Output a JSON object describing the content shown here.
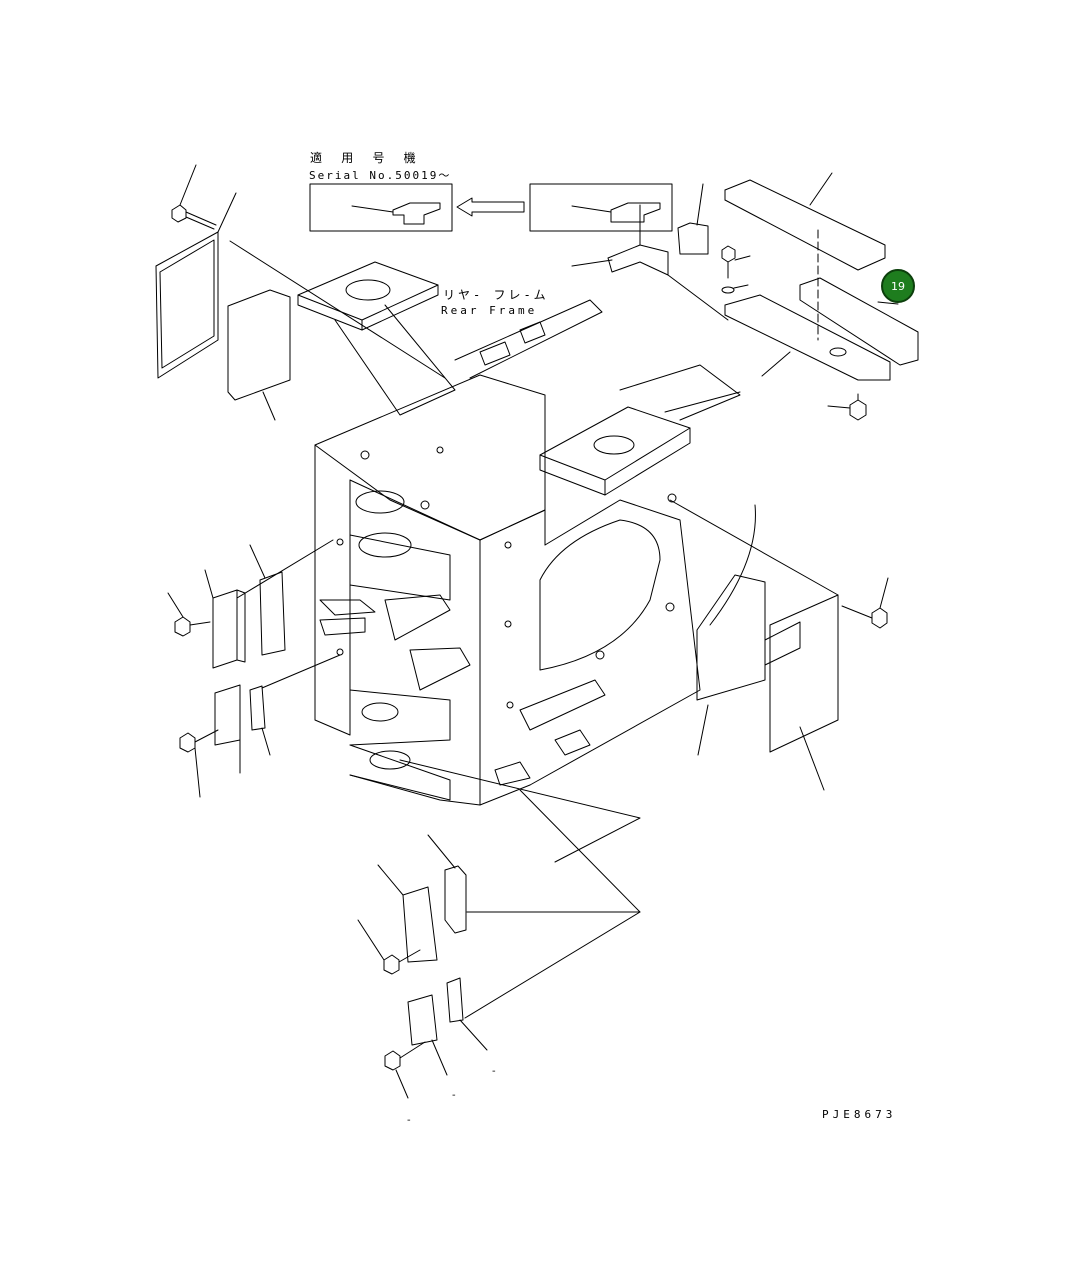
{
  "labels": {
    "serial_title": "適 用 号 機",
    "serial_no": "Serial No.50019～",
    "rear_frame_jp": "リヤ- フレ-ム",
    "rear_frame_en": "Rear Frame",
    "drawing_code": "PJE8673"
  },
  "callouts": [
    {
      "number": "19",
      "color": "#1e7d1e"
    }
  ],
  "marks": [
    "-",
    "-",
    "-"
  ]
}
